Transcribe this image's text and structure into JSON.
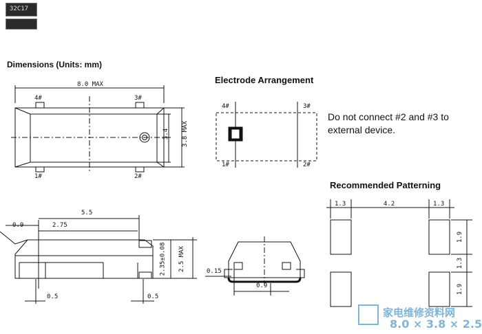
{
  "component": {
    "marking": "32C17"
  },
  "titles": {
    "dimensions": "Dimensions (Units: mm)",
    "electrode": "Electrode Arrangement",
    "patterning": "Recommended Patterning"
  },
  "electrode_note": "Do not connect #2 and #3 to external device.",
  "top_view": {
    "length": "8.0 MAX",
    "width": "3.4",
    "width_max": "3.8 MAX",
    "pins": [
      "1#",
      "2#",
      "3#",
      "4#"
    ]
  },
  "side_view": {
    "d1": "5.5",
    "d2": "0.9",
    "d3": "2.75",
    "d4": "0.5",
    "d5": "0.5",
    "height": "2.35±0.08",
    "height_max": "2.5 MAX"
  },
  "end_view": {
    "d1": "0.15",
    "d2": "0.9"
  },
  "electrode": {
    "pins": [
      "1#",
      "2#",
      "3#",
      "4#"
    ]
  },
  "patterning": {
    "w1": "1.3",
    "gap": "4.2",
    "w2": "1.3",
    "h1": "1.9",
    "gap_v": "1.3",
    "h2": "1.9"
  },
  "watermark": {
    "cn": "家电维修资料网",
    "sub": "8.0 × 3.8 × 2.5"
  }
}
